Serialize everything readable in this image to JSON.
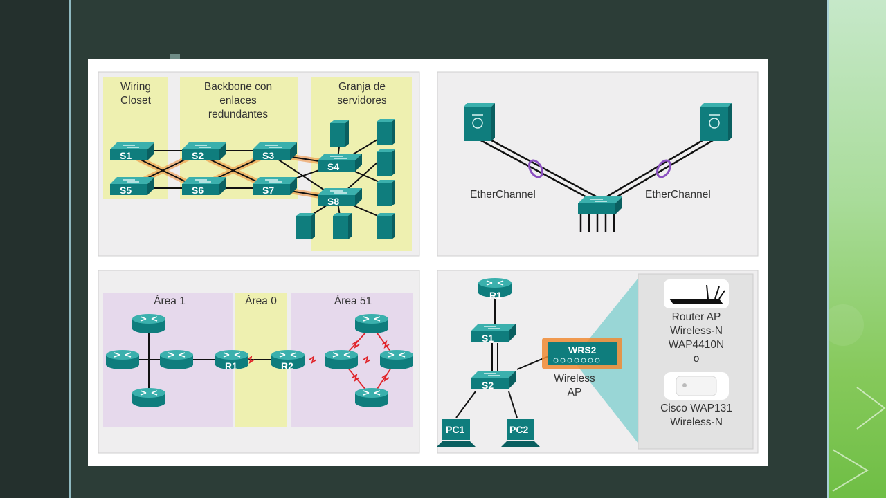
{
  "panel1": {
    "zone_wiring": [
      "Wiring",
      "Closet"
    ],
    "zone_backbone": [
      "Backbone con",
      "enlaces",
      "redundantes"
    ],
    "zone_servers": [
      "Granja de",
      "servidores"
    ],
    "switches": [
      "S1",
      "S2",
      "S3",
      "S4",
      "S5",
      "S6",
      "S7",
      "S8"
    ]
  },
  "panel2": {
    "etherchannel_left": "EtherChannel",
    "etherchannel_right": "EtherChannel"
  },
  "panel3": {
    "area1": "Área 1",
    "area0": "Área 0",
    "area51": "Área 51",
    "r1": "R1",
    "r2": "R2"
  },
  "panel4": {
    "r1": "R1",
    "s1": "S1",
    "s2": "S2",
    "pc1": "PC1",
    "pc2": "PC2",
    "wrs2": "WRS2",
    "wireless_ap": [
      "Wireless",
      "AP"
    ],
    "router_ap": [
      "Router AP",
      "Wireless-N",
      "WAP4410N",
      "o"
    ],
    "cisco_wap": [
      "Cisco WAP131",
      "Wireless-N"
    ]
  },
  "colors": {
    "device": "#0f7d7d",
    "panel_bg": "#efeeef",
    "zone_yellow": "#eef0b0",
    "zone_purple": "#e6d9ec",
    "highlight": "#f08a32",
    "etherchannel_ring": "#8b4fc0",
    "serial_link": "#e0242a"
  }
}
